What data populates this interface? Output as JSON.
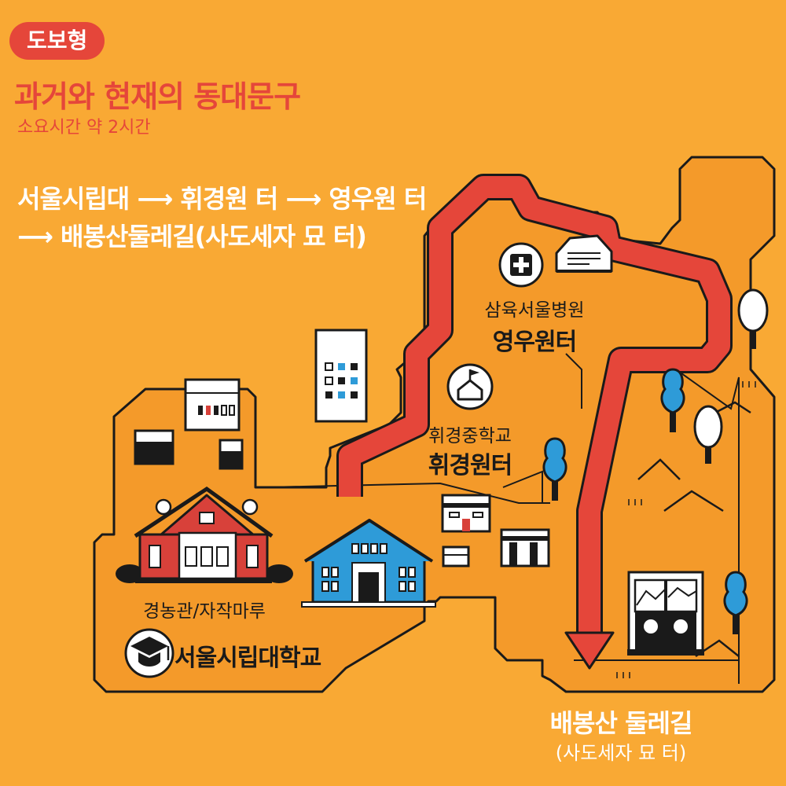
{
  "header": {
    "badge": "도보형",
    "title": "과거와 현재의 동대문구",
    "duration": "소요시간 약 2시간",
    "route_line1": "서울시립대 ⟶ 휘경원 터 ⟶ 영우원 터",
    "route_line2": "⟶ 배봉산둘레길(사도세자 묘 터)"
  },
  "places": {
    "yeongwoo_sub": "삼육서울병원",
    "yeongwoo_main": "영우원터",
    "hwigyeong_sub": "휘경중학교",
    "hwigyeong_main": "휘경원터",
    "uos_building": "경농관/자작마루",
    "uos_name": "서울시립대학교",
    "baebong_main": "배봉산 둘레길",
    "baebong_sub": "(사도세자 묘 터)"
  },
  "colors": {
    "background": "#F9A934",
    "land": "#F49A2A",
    "route": "#E5463A",
    "outline": "#1a1a1a",
    "tree": "#2E9BD8",
    "building_blue": "#2E9BD8",
    "building_red": "#D8413A"
  },
  "icons": [
    "hospital-cross-icon",
    "tombstone-icon",
    "school-flag-icon",
    "graduation-cap-icon"
  ]
}
